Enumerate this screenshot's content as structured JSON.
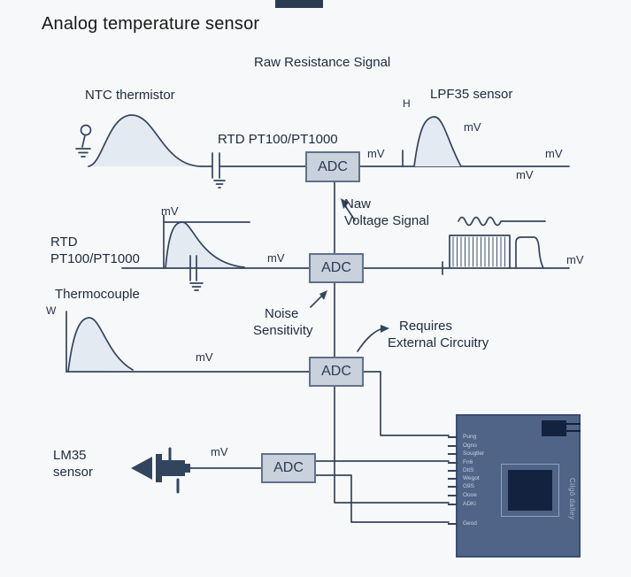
{
  "title": "Analog temperature sensor",
  "colors": {
    "ink": "#33455e",
    "text": "#1d2b3f",
    "box_fill": "#c8d1dc",
    "box_border": "#60718a",
    "wave_fill": "#e4eaf1",
    "chip_body": "#4f6487",
    "chip_dark": "#12223f",
    "chip_text": "#c9d3e0",
    "background": "#f7f8f9"
  },
  "labels": {
    "raw_resistance_signal": "Raw Resistance Signal",
    "ntc_thermistor": "NTC thermistor",
    "rtd_pt100_top": "RTD PT100/PT1000",
    "lpf35_sensor": "LPF35 sensor",
    "axis_h": "H",
    "axis_w": "W",
    "mv": "mV",
    "naw_line1": "Naw",
    "naw_line2": "Voltage Signal",
    "rtd_left_line1": "RTD",
    "rtd_left_line2": "PT100/PT1000",
    "noise_line1": "Noise",
    "noise_line2": "Sensitivity",
    "thermocouple": "Thermocouple",
    "requires_line1": "Requires",
    "requires_line2": "External Circuitry",
    "lm35_line1": "LM35",
    "lm35_line2": "sensor",
    "adc": "ADC"
  },
  "chip": {
    "pins": [
      "Pung",
      "Ogno",
      "Sougtler",
      "Fn6",
      "DtiS",
      "Wegot",
      "G9S",
      "Oooe",
      "ADKi",
      "Geod"
    ],
    "side_label": "Cilgô dalley"
  }
}
